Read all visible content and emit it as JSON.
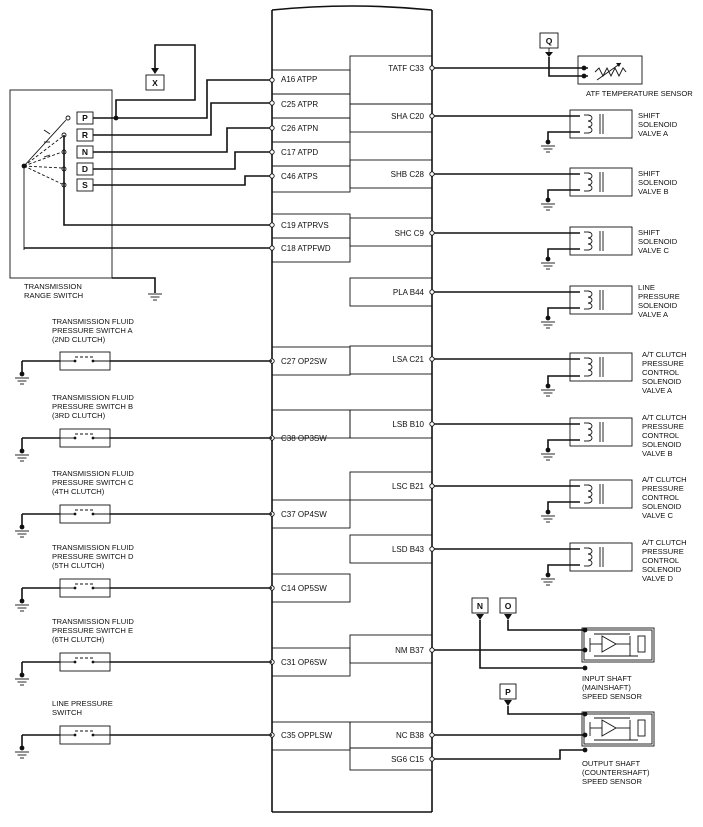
{
  "colors": {
    "line": "#111111",
    "background": "#ffffff"
  },
  "connector_boxes": {
    "x": "X",
    "q": "Q",
    "n": "N",
    "o": "O",
    "p": "P"
  },
  "range_switch": {
    "label_line1": "TRANSMISSION",
    "label_line2": "RANGE SWITCH",
    "positions": [
      "P",
      "R",
      "N",
      "D",
      "S"
    ]
  },
  "ecm_left_pins": {
    "atpp": "A16 ATPP",
    "atpr": "C25 ATPR",
    "atpn": "C26 ATPN",
    "atpd": "C17 ATPD",
    "atps": "C46 ATPS",
    "atprvs": "C19 ATPRVS",
    "atpfwd": "C18 ATPFWD",
    "op2sw": "C27 OP2SW",
    "op3sw": "C38 OP3SW",
    "op4sw": "C37 OP4SW",
    "op5sw": "C14 OP5SW",
    "op6sw": "C31 OP6SW",
    "opplsw": "C35 OPPLSW"
  },
  "ecm_right_pins": {
    "tatf": "TATF C33",
    "sha": "SHA C20",
    "shb": "SHB C28",
    "shc": "SHC C9",
    "pla": "PLA B44",
    "lsa": "LSA C21",
    "lsb": "LSB B10",
    "lsc": "LSC B21",
    "lsd": "LSD B43",
    "nm": "NM B37",
    "nc": "NC B38",
    "sg6": "SG6 C15"
  },
  "pressure_switches": {
    "a": {
      "line1": "TRANSMISSION FLUID",
      "line2": "PRESSURE SWITCH A",
      "line3": "(2ND CLUTCH)"
    },
    "b": {
      "line1": "TRANSMISSION FLUID",
      "line2": "PRESSURE SWITCH B",
      "line3": "(3RD CLUTCH)"
    },
    "c": {
      "line1": "TRANSMISSION FLUID",
      "line2": "PRESSURE SWITCH C",
      "line3": "(4TH CLUTCH)"
    },
    "d": {
      "line1": "TRANSMISSION FLUID",
      "line2": "PRESSURE SWITCH D",
      "line3": "(5TH CLUTCH)"
    },
    "e": {
      "line1": "TRANSMISSION FLUID",
      "line2": "PRESSURE SWITCH E",
      "line3": "(6TH CLUTCH)"
    },
    "line": {
      "line1": "LINE PRESSURE",
      "line2": "SWITCH"
    }
  },
  "atf_sensor": {
    "label": "ATF TEMPERATURE SENSOR"
  },
  "solenoids": {
    "sha": [
      "SHIFT",
      "SOLENOID",
      "VALVE A"
    ],
    "shb": [
      "SHIFT",
      "SOLENOID",
      "VALVE B"
    ],
    "shc": [
      "SHIFT",
      "SOLENOID",
      "VALVE C"
    ],
    "pla": [
      "LINE",
      "PRESSURE",
      "SOLENOID",
      "VALVE A"
    ],
    "lsa": [
      "A/T CLUTCH",
      "PRESSURE",
      "CONTROL",
      "SOLENOID",
      "VALVE A"
    ],
    "lsb": [
      "A/T CLUTCH",
      "PRESSURE",
      "CONTROL",
      "SOLENOID",
      "VALVE B"
    ],
    "lsc": [
      "A/T CLUTCH",
      "PRESSURE",
      "CONTROL",
      "SOLENOID",
      "VALVE C"
    ],
    "lsd": [
      "A/T CLUTCH",
      "PRESSURE",
      "CONTROL",
      "SOLENOID",
      "VALVE D"
    ]
  },
  "speed_sensors": {
    "input": [
      "INPUT SHAFT",
      "(MAINSHAFT)",
      "SPEED SENSOR"
    ],
    "output": [
      "OUTPUT SHAFT",
      "(COUNTERSHAFT)",
      "SPEED SENSOR"
    ]
  }
}
